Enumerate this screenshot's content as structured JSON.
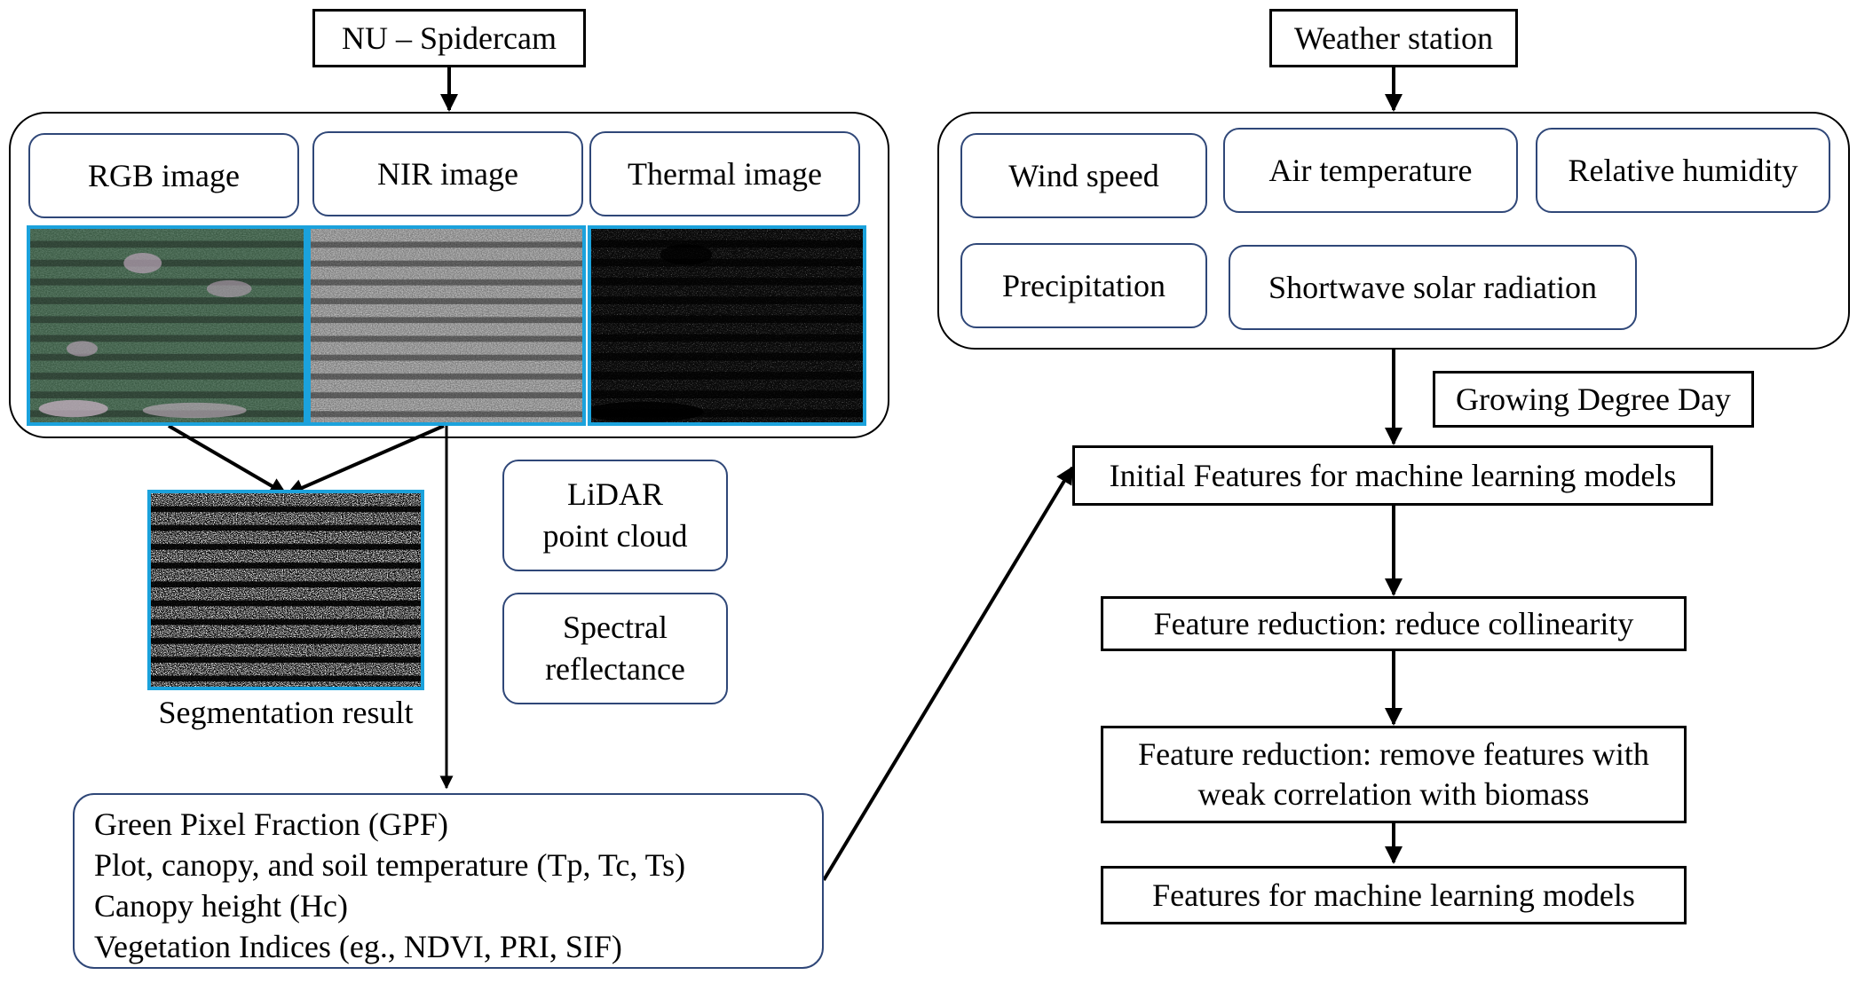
{
  "spidercam": {
    "title": "NU – Spidercam",
    "rgb_label": "RGB image",
    "nir_label": "NIR image",
    "thermal_label": "Thermal image",
    "segmentation_caption": "Segmentation result",
    "lidar_label_line1": "LiDAR",
    "lidar_label_line2": "point cloud",
    "spectral_label_line1": "Spectral",
    "spectral_label_line2": "reflectance",
    "features": [
      "Green Pixel Fraction (GPF)",
      "Plot, canopy, and soil temperature (Tp, Tc, Ts)",
      "Canopy height (Hc)",
      "Vegetation Indices (eg., NDVI, PRI, SIF)"
    ]
  },
  "weather": {
    "title": "Weather station",
    "variables": [
      "Wind speed",
      "Air temperature",
      "Relative humidity",
      "Precipitation",
      "Shortwave solar radiation"
    ],
    "gdd_label": "Growing Degree Day"
  },
  "pipeline": {
    "initial_features": "Initial Features for machine learning models",
    "reduce_collinearity": "Feature reduction: reduce collinearity",
    "remove_weak_line1": "Feature reduction: remove features with",
    "remove_weak_line2": "weak correlation with biomass",
    "final_features": "Features for machine learning models"
  },
  "colors": {
    "image_border": "#1ba2dc",
    "rounded_box_border": "#2f4778",
    "arrow": "#000000"
  }
}
